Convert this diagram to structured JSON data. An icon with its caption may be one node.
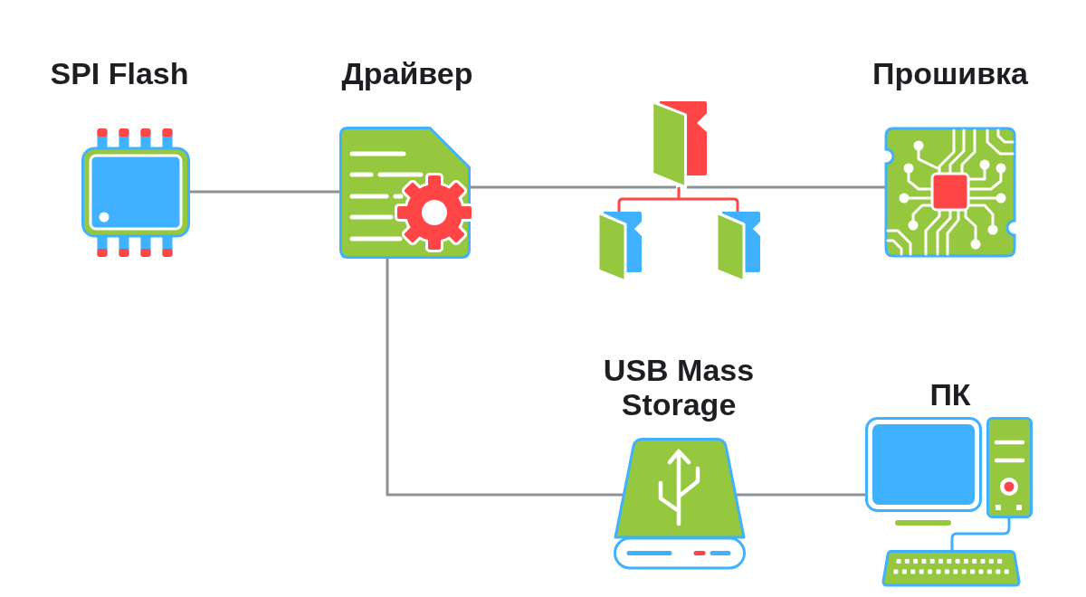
{
  "diagram": {
    "nodes": [
      {
        "text": [
          "SPI Flash"
        ]
      },
      {
        "text": [
          "Драйвер"
        ]
      },
      {
        "text": [],
        "shape": "picture"
      },
      {
        "text": [
          "Прошивка"
        ]
      },
      {
        "text": [
          "USB Mass Storage"
        ]
      },
      {
        "text": [
          "ПК"
        ]
      }
    ],
    "edges": [
      {
        "from": 0,
        "to": 1,
        "arrow": "none"
      },
      {
        "from": 1,
        "to": 2,
        "arrow": "none"
      },
      {
        "from": 2,
        "to": 3,
        "arrow": "none"
      },
      {
        "from": 1,
        "to": 4,
        "arrow": "none"
      },
      {
        "from": 4,
        "to": 5,
        "arrow": "none"
      }
    ]
  }
}
